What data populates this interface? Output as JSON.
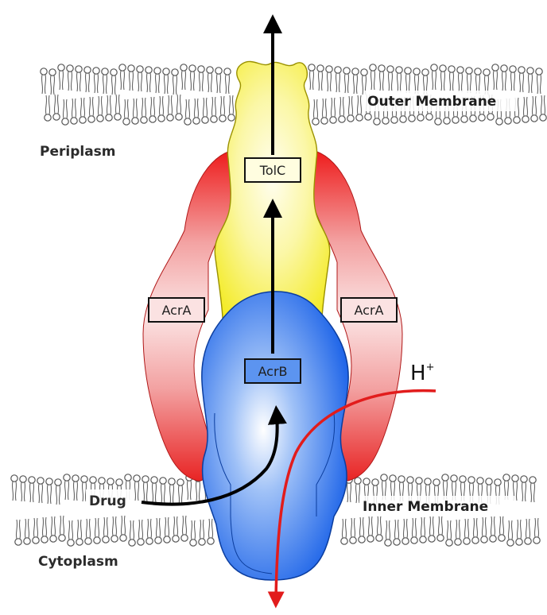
{
  "regions": {
    "periplasm": "Periplasm",
    "cytoplasm": "Cytoplasm"
  },
  "membranes": {
    "outer": "Outer Membrane",
    "inner": "Inner Membrane"
  },
  "proteins": {
    "tolc": "TolC",
    "acrb": "AcrB",
    "acra_left": "AcrA",
    "acra_right": "AcrA"
  },
  "substrates": {
    "drug": "Drug",
    "proton": "H",
    "proton_charge": "+"
  },
  "colors": {
    "tolc": "#f7f03a",
    "acrb": "#1c63e8",
    "acra": "#e8242a",
    "proton_path": "#e21c1c",
    "drug_path": "#000000",
    "lipid": "#555555"
  }
}
